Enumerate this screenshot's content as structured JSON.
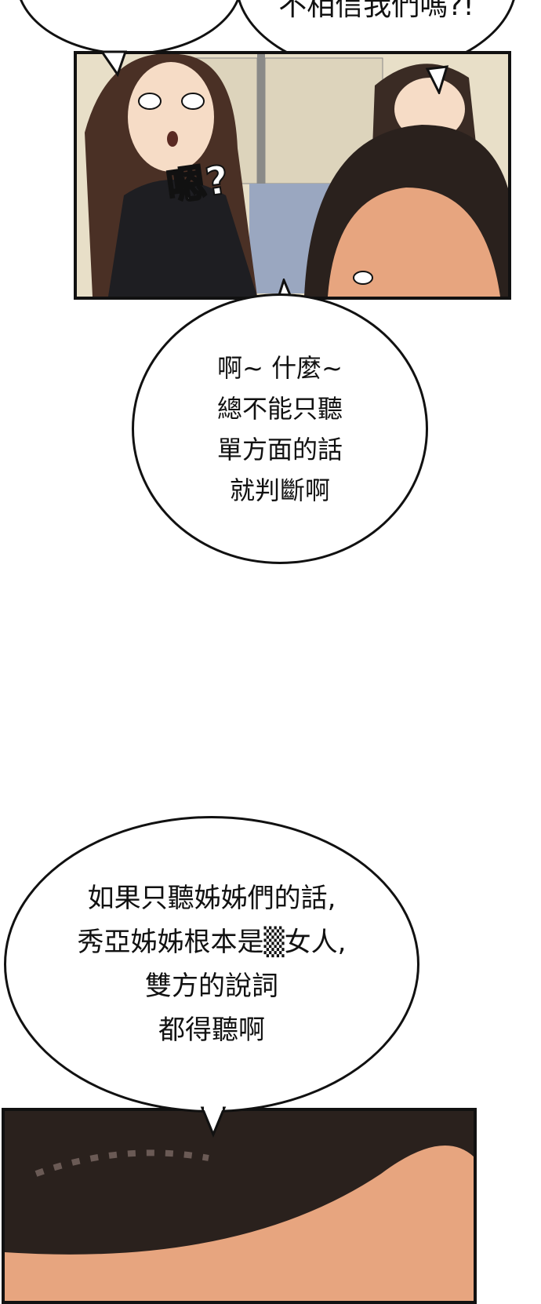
{
  "bubbles": {
    "top_right": {
      "lines": [
        "不相信我們嗎?!"
      ]
    },
    "panel1_sfx": "嗯?",
    "middle": {
      "lines": [
        "啊~ 什麼~",
        "總不能只聽",
        "單方面的話",
        "就判斷啊"
      ]
    },
    "bottom": {
      "lines": [
        "如果只聽姊姊們的話,",
        "秀亞姊姊根本是▒女人,",
        "雙方的說詞",
        "都得聽啊"
      ]
    }
  },
  "colors": {
    "ink": "#111111",
    "skin": "#f2c9a8",
    "hair": "#2a211d",
    "wall": "#e6dcc4",
    "window": "#9aa7c0"
  }
}
